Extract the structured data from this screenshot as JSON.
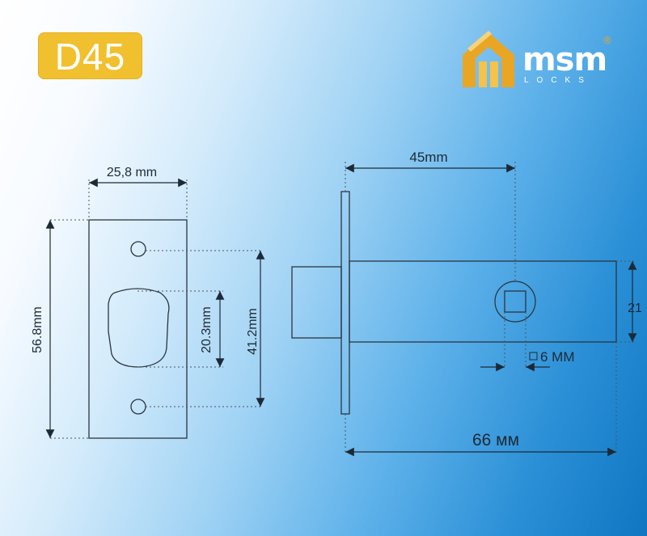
{
  "model_badge": "D45",
  "brand": {
    "name": "msm",
    "subtitle": "LOCKS",
    "registered_mark": "®"
  },
  "strike_plate": {
    "width_label": "25,8 mm",
    "height_label": "56.8mm",
    "hole_spacing_label": "41.2mm",
    "opening_height_label": "20.3mm"
  },
  "latch": {
    "backset_label": "45mm",
    "body_height_label": "21",
    "spindle_label": "6 MM",
    "total_length_label": "66 мм"
  },
  "colors": {
    "badge": "#f1c02f",
    "logo_accent": "#e9a624",
    "line": "#2a3540"
  }
}
